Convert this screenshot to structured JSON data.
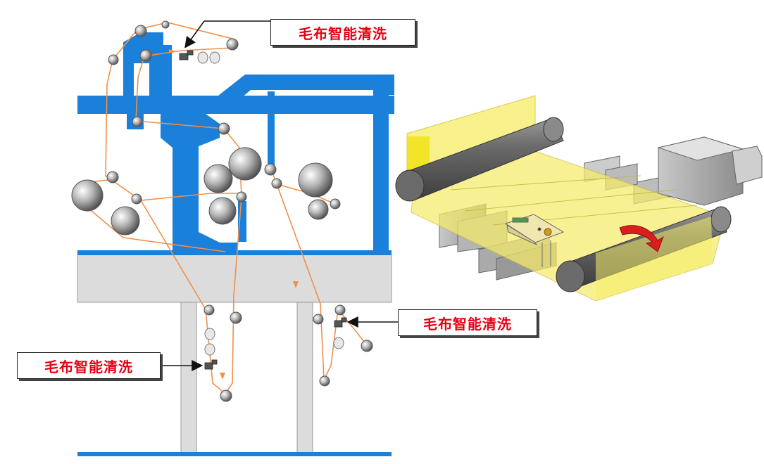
{
  "labels": {
    "top": "毛布智能清洗",
    "right": "毛布智能清洗",
    "left": "毛布智能清洗"
  },
  "colors": {
    "frame": "#1a80d9",
    "floor": "#dcdcdc",
    "felt_line": "#f0904a",
    "felt_sheet": "#f8f08a",
    "roll": "#7a7a7a",
    "label_text": "#e60012",
    "arrow": "#d81e1e"
  }
}
